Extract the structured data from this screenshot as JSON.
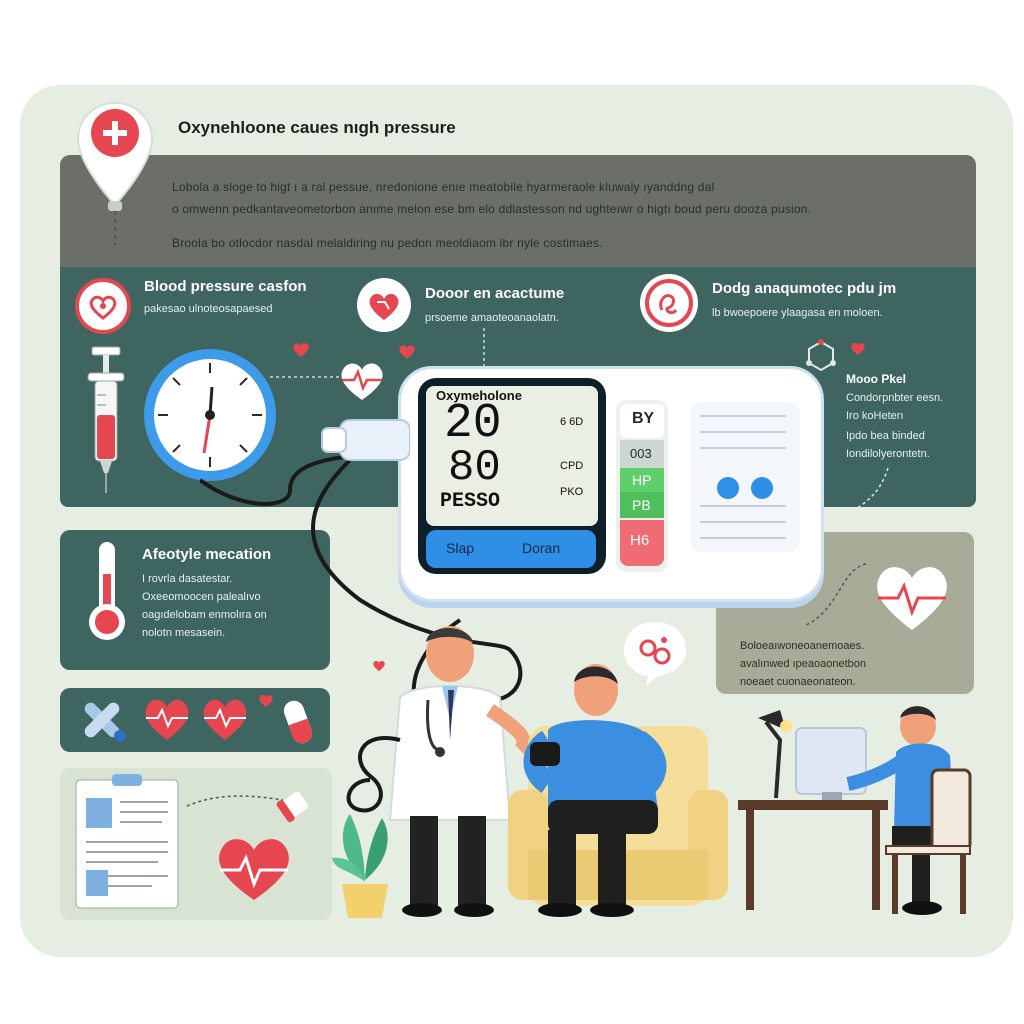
{
  "header": {
    "title": "Oxynehloone caues nıgh pressure",
    "intro_lines": [
      "Lobola a sloge to higt ı a ral pessue, nredonione enıe meatobile hyarmeraole kluwaly ıyanddng dal",
      "o omwenn pedkantaveometorbon anıme melon ese bm elo ddlastesson nd ughteıwr o higtı boud peru dooza pusion.",
      "Broola bo otlocdor nasdal melaldiring nu pedon meoldiaom ibr nyle costimaes."
    ]
  },
  "callouts": [
    {
      "title": "Blood pressure casfon",
      "subtitle": "pakesao ulnoteosapaesed"
    },
    {
      "title": "Dooor en acactume",
      "subtitle": "prsoeme amaoteoanaolatn."
    },
    {
      "title": "Dodg anaqumotec pdu jm",
      "subtitle": "lb bwoepoere ylaagasa en moloen."
    }
  ],
  "side_note": {
    "title": "Mooo Pkel",
    "lines": [
      "Condorpnbter eesn.",
      "Iro koHeterı",
      "Ipdo bea binded",
      "Iondilolyerontetn."
    ]
  },
  "device": {
    "screen_title": "Oxymeholone",
    "reading_top": "20",
    "reading_bottom": "80",
    "reading_small": "PESSO",
    "side_top": "6 6D",
    "side_mid": "CPD",
    "side_bottom": "PKO",
    "btn_left": "Slap",
    "btn_right": "Doran",
    "bars": [
      "BY",
      "003",
      "HP",
      "PB",
      "H6"
    ]
  },
  "medication": {
    "title": "Afeotyle mecation",
    "lines": [
      "I rovrla dasatestar.",
      "Oxeeomoocen palealıvo",
      "oagıdelobam enmolıra on",
      "nolotn mesasein."
    ]
  },
  "right_panel": {
    "lines": [
      "Boloeaıwoneoanemoaes.",
      "avalınwed ıpeaoaonetbon",
      "noeaet cuonaeonateon."
    ]
  },
  "colors": {
    "outer_bg": "#e6eee3",
    "teal_panel": "#3e6560",
    "gray_panel": "#6b6f67",
    "olive_panel": "#a7ab97",
    "accent_red": "#e5464f",
    "accent_blue": "#2f8fe6"
  }
}
